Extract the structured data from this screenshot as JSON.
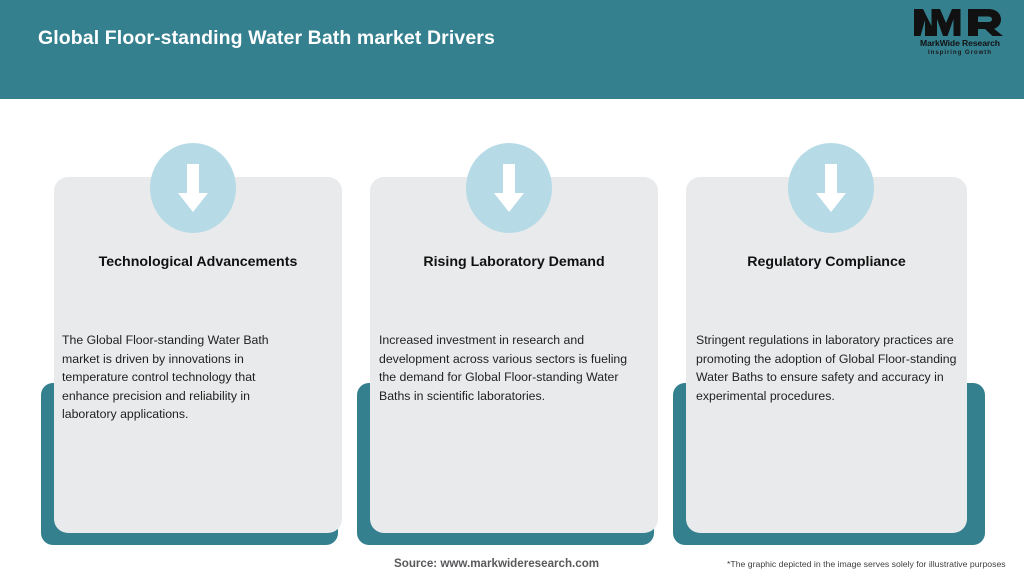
{
  "header": {
    "title": "Global Floor-standing Water Bath market Drivers",
    "background_color": "#34808f",
    "title_color": "#ffffff"
  },
  "logo": {
    "mark": "MWR",
    "name": "MarkWide Research",
    "tagline": "Inspiring Growth"
  },
  "theme": {
    "accent_color": "#34808f",
    "card_background": "#e8eaeb",
    "icon_circle_color": "#b7dae7",
    "icon_arrow_color": "#ffffff"
  },
  "cards": [
    {
      "icon": "arrow-down-icon",
      "title": "Technological Advancements",
      "body": "The Global Floor-standing Water Bath market is driven by innovations in temperature control technology that enhance precision and reliability in laboratory applications."
    },
    {
      "icon": "arrow-down-icon",
      "title": "Rising Laboratory Demand",
      "body": "Increased investment in research and development across various sectors is fueling the demand for Global Floor-standing Water Baths in scientific laboratories."
    },
    {
      "icon": "arrow-down-icon",
      "title": "Regulatory Compliance",
      "body": "Stringent regulations in laboratory practices are promoting the adoption of Global Floor-standing Water Baths to ensure safety and accuracy in experimental procedures."
    }
  ],
  "footer": {
    "source": "Source: www.markwideresearch.com",
    "disclaimer": "*The graphic depicted in the image serves solely for illustrative purposes"
  }
}
